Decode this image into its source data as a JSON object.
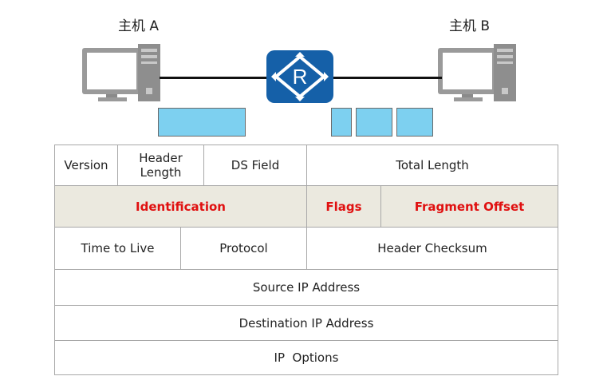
{
  "hosts": {
    "a": {
      "label": "主机 A"
    },
    "b": {
      "label": "主机 B"
    }
  },
  "router": {
    "icon_letter": "R"
  },
  "ip_header": {
    "row1": {
      "version": "Version",
      "header_length": "Header\nLength",
      "ds_field": "DS Field",
      "total_length": "Total Length"
    },
    "row2": {
      "identification": "Identification",
      "flags": "Flags",
      "fragment_offset": "Fragment Offset"
    },
    "row3": {
      "ttl": "Time to Live",
      "protocol": "Protocol",
      "header_checksum": "Header Checksum"
    },
    "row4": {
      "source_ip": "Source IP Address"
    },
    "row5": {
      "destination_ip": "Destination IP Address"
    },
    "row6": {
      "ip_options": "IP  Options"
    }
  },
  "colors": {
    "router_blue": "#1560a8",
    "packet_fill": "#7dd0f0",
    "highlight_row": "#ebe9df",
    "highlight_text": "#e01010"
  }
}
